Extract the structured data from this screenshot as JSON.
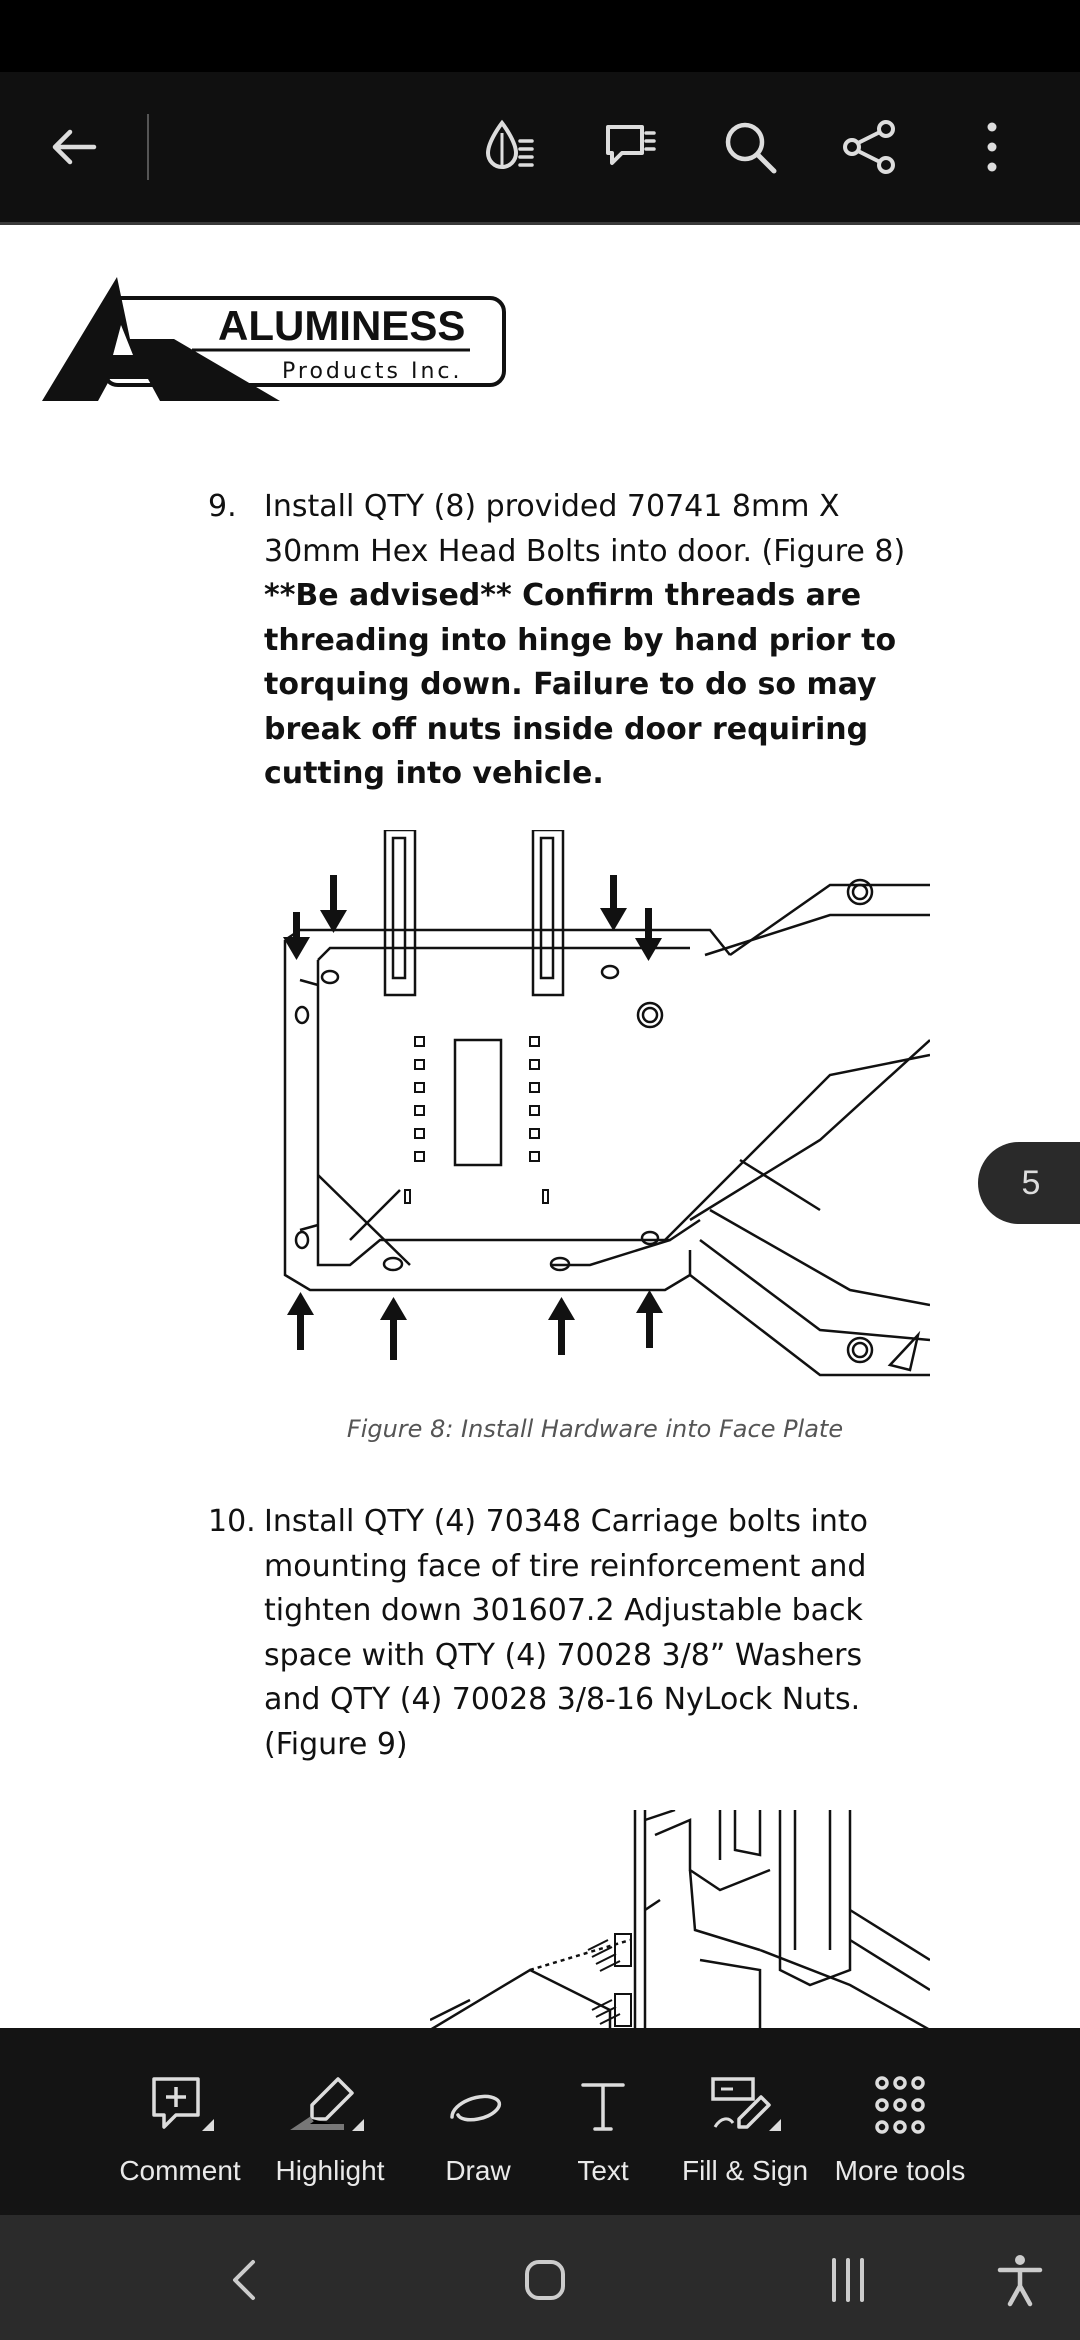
{
  "toolbar_top": {
    "icons": [
      "back-arrow-icon",
      "read-mode-icon",
      "comments-icon",
      "search-icon",
      "share-icon",
      "more-vertical-icon"
    ]
  },
  "logo": {
    "name": "ALUMINESS",
    "sub": "Products Inc."
  },
  "document": {
    "item9": {
      "number": "9.",
      "text": "Install QTY (8) provided 70741 8mm X 30mm Hex Head Bolts into door. (Figure 8)",
      "bold": "**Be advised** Confirm threads are threading into hinge by hand prior to torquing down. Failure to do so may break off nuts inside door requiring cutting into vehicle."
    },
    "figure8_caption": "Figure 8: Install Hardware into Face Plate",
    "item10": {
      "number": "10.",
      "text": "Install QTY (4) 70348 Carriage bolts into mounting face of tire reinforcement and tighten down 301607.2 Adjustable back space with QTY (4) 70028 3/8” Washers and QTY (4) 70028 3/8-16 NyLock Nuts. (Figure 9)"
    }
  },
  "page_badge": "5",
  "tools": [
    {
      "label": "Comment",
      "icon": "comment-add-icon"
    },
    {
      "label": "Highlight",
      "icon": "highlight-pen-icon"
    },
    {
      "label": "Draw",
      "icon": "draw-icon"
    },
    {
      "label": "Text",
      "icon": "text-icon"
    },
    {
      "label": "Fill & Sign",
      "icon": "fill-sign-icon"
    },
    {
      "label": "More tools",
      "icon": "more-tools-grid-icon"
    }
  ],
  "navbar": {
    "icons": [
      "nav-back-icon",
      "nav-home-icon",
      "nav-recents-icon",
      "accessibility-icon"
    ]
  }
}
